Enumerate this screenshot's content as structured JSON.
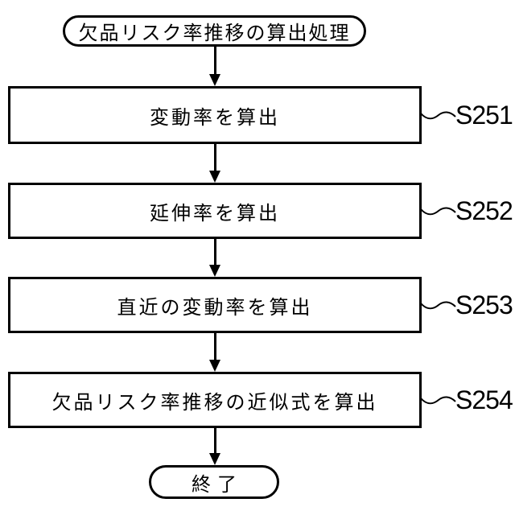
{
  "diagram": {
    "type": "flowchart",
    "start_label": "欠品リスク率推移の算出処理",
    "end_label": "終了",
    "steps": [
      {
        "text": "変動率を算出",
        "step_id": "S251"
      },
      {
        "text": "延伸率を算出",
        "step_id": "S252"
      },
      {
        "text": "直近の変動率を算出",
        "step_id": "S253"
      },
      {
        "text": "欠品リスク率推移の近似式を算出",
        "step_id": "S254"
      }
    ],
    "colors": {
      "line": "#000000",
      "background": "#ffffff",
      "text": "#000000"
    }
  }
}
